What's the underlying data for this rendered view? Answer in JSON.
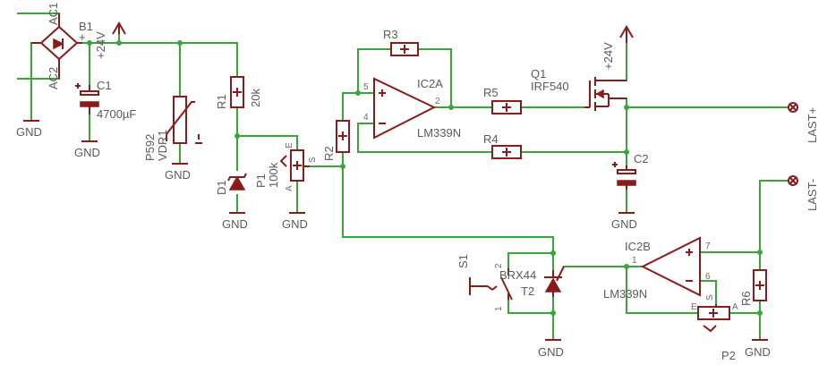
{
  "labels": {
    "ac1": "AC1",
    "ac2": "AC2",
    "b1": "B1",
    "plus": "+",
    "v24_bridge": "+24V",
    "v24_top": "+24V",
    "c1": "C1",
    "c1_val": "4700µF",
    "gnd": "GND",
    "vdr1": "VDR1",
    "p592": "P592",
    "r1": "R1",
    "r1_val": "20k",
    "d1": "D1",
    "p1": "P1",
    "p1_val": "100k",
    "r2": "R2",
    "r3": "R3",
    "ic2a": "IC2A",
    "lm339n_a": "LM339N",
    "pin5": "5",
    "pin4": "4",
    "pin2": "2",
    "r5": "R5",
    "r4": "R4",
    "q1": "Q1",
    "irf540": "IRF540",
    "c2": "C2",
    "last_plus": "LAST+",
    "last_minus": "LAST-",
    "s1": "S1",
    "brx44": "BRX44",
    "t2": "T2",
    "ic2b": "IC2B",
    "lm339n_b": "LM339N",
    "pin1": "1",
    "pin7": "7",
    "pin6": "6",
    "r6": "R6",
    "p2": "P2",
    "e": "E",
    "a": "A",
    "s": "S"
  }
}
